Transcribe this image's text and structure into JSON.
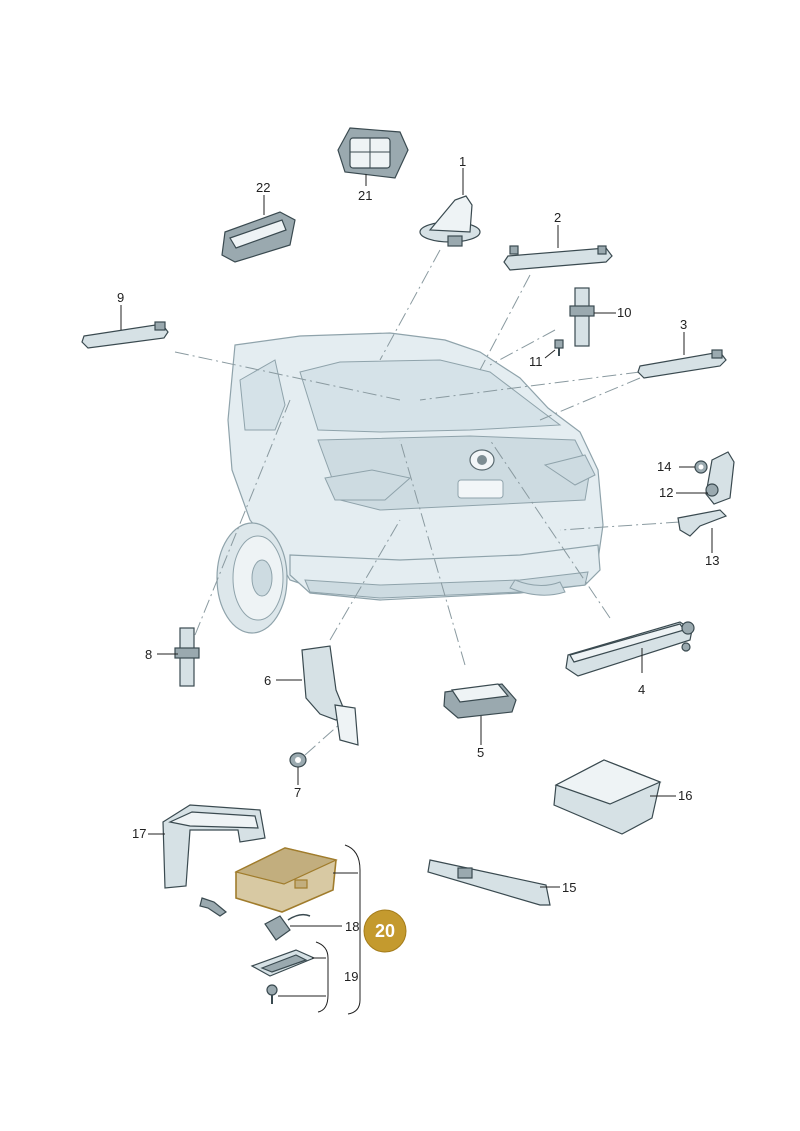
{
  "callouts": {
    "c1": "1",
    "c2": "2",
    "c3": "3",
    "c4": "4",
    "c5": "5",
    "c6": "6",
    "c7": "7",
    "c8": "8",
    "c9": "9",
    "c10": "10",
    "c11": "11",
    "c12": "12",
    "c13": "13",
    "c14": "14",
    "c15": "15",
    "c16": "16",
    "c17": "17",
    "c18": "18",
    "c19": "19",
    "c21": "21",
    "c22": "22"
  },
  "highlight": {
    "label": "20",
    "color": "#c49a2e"
  }
}
